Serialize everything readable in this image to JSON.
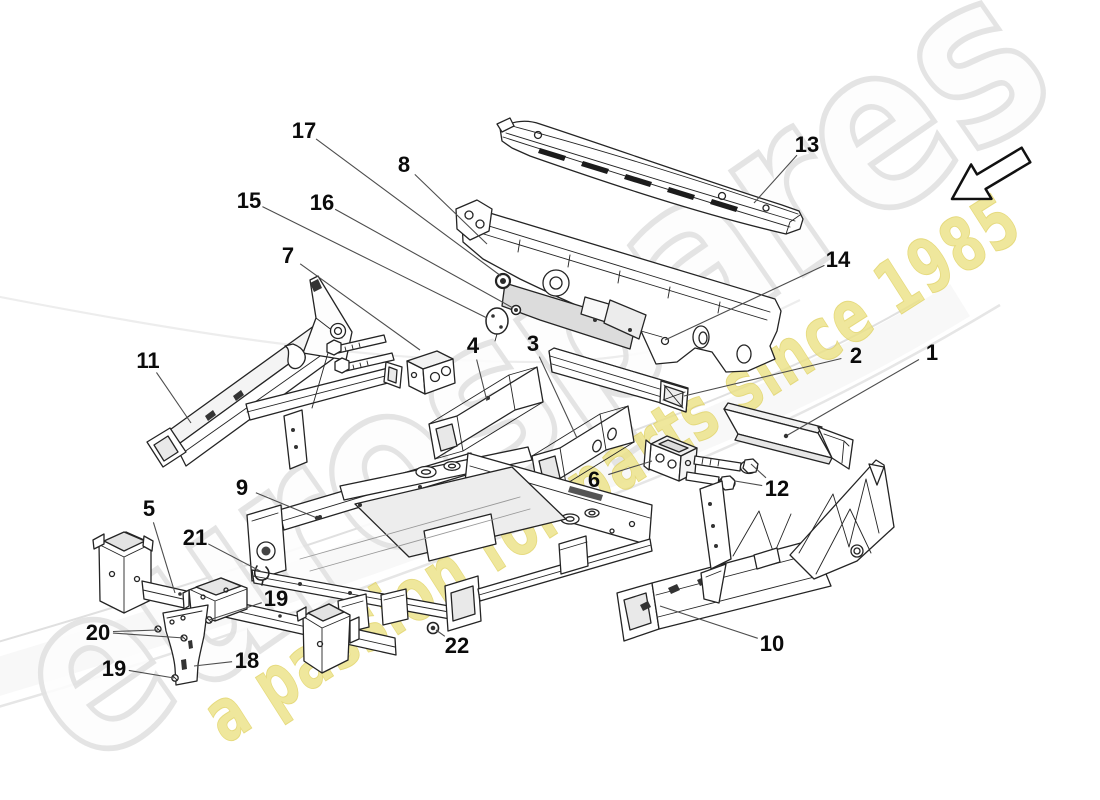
{
  "watermark": {
    "brand": "eurospares",
    "tagline": "a passion for parts since 1985",
    "brand_stroke": "#e2e2e2",
    "tagline_color": "#ece284"
  },
  "orientation_arrow": {
    "meaning": "vehicle front direction",
    "fill": "#ffffff",
    "outline": "#111111"
  },
  "diagram": {
    "description": "Exploded technical parts diagram, bodywork front part, callout numbers 1-22",
    "line_color": "#242424",
    "callouts": [
      {
        "number": "1",
        "label": [
          932,
          352
        ],
        "anchors": [
          [
            786,
            436
          ]
        ],
        "dot": true
      },
      {
        "number": "2",
        "label": [
          856,
          355
        ],
        "anchors": [
          [
            684,
            396
          ]
        ]
      },
      {
        "number": "3",
        "label": [
          533,
          343
        ],
        "anchors": [
          [
            577,
            438
          ]
        ]
      },
      {
        "number": "4",
        "label": [
          473,
          345
        ],
        "anchors": [
          [
            487,
            401
          ]
        ]
      },
      {
        "number": "5",
        "label": [
          149,
          508
        ],
        "anchors": [
          [
            175,
            593
          ]
        ]
      },
      {
        "number": "6",
        "label": [
          594,
          479
        ],
        "anchors": [
          [
            652,
            461
          ]
        ]
      },
      {
        "number": "7",
        "label": [
          288,
          255
        ],
        "anchors": [
          [
            420,
            350
          ]
        ]
      },
      {
        "number": "8",
        "label": [
          404,
          164
        ],
        "anchors": [
          [
            487,
            244
          ]
        ]
      },
      {
        "number": "9",
        "label": [
          242,
          487
        ],
        "anchors": [
          [
            317,
            518
          ]
        ],
        "dot": true
      },
      {
        "number": "10",
        "label": [
          772,
          643
        ],
        "anchors": [
          [
            660,
            606
          ]
        ]
      },
      {
        "number": "11",
        "label": [
          148,
          360
        ],
        "anchors": [
          [
            191,
            423
          ]
        ]
      },
      {
        "number": "12",
        "label": [
          777,
          488
        ],
        "anchors": [
          [
            751,
            464
          ],
          [
            735,
            481
          ]
        ]
      },
      {
        "number": "13",
        "label": [
          807,
          144
        ],
        "anchors": [
          [
            754,
            203
          ]
        ]
      },
      {
        "number": "14",
        "label": [
          838,
          259
        ],
        "anchors": [
          [
            665,
            340
          ]
        ]
      },
      {
        "number": "15",
        "label": [
          249,
          200
        ],
        "anchors": [
          [
            487,
            318
          ]
        ]
      },
      {
        "number": "16",
        "label": [
          322,
          202
        ],
        "anchors": [
          [
            513,
            308
          ]
        ]
      },
      {
        "number": "17",
        "label": [
          304,
          130
        ],
        "anchors": [
          [
            501,
            276
          ]
        ]
      },
      {
        "number": "18",
        "label": [
          247,
          660
        ],
        "anchors": [
          [
            194,
            666
          ]
        ]
      },
      {
        "number": "19",
        "label": [
          276,
          598
        ],
        "anchors": [
          [
            209,
            620
          ]
        ]
      },
      {
        "number": "19",
        "label": [
          114,
          668
        ],
        "anchors": [
          [
            174,
            678
          ]
        ]
      },
      {
        "number": "20",
        "label": [
          98,
          632
        ],
        "anchors": [
          [
            158,
            630
          ],
          [
            184,
            638
          ]
        ]
      },
      {
        "number": "21",
        "label": [
          195,
          537
        ],
        "anchors": [
          [
            262,
            572
          ]
        ]
      },
      {
        "number": "22",
        "label": [
          457,
          645
        ],
        "anchors": [
          [
            436,
            630
          ]
        ]
      }
    ]
  }
}
